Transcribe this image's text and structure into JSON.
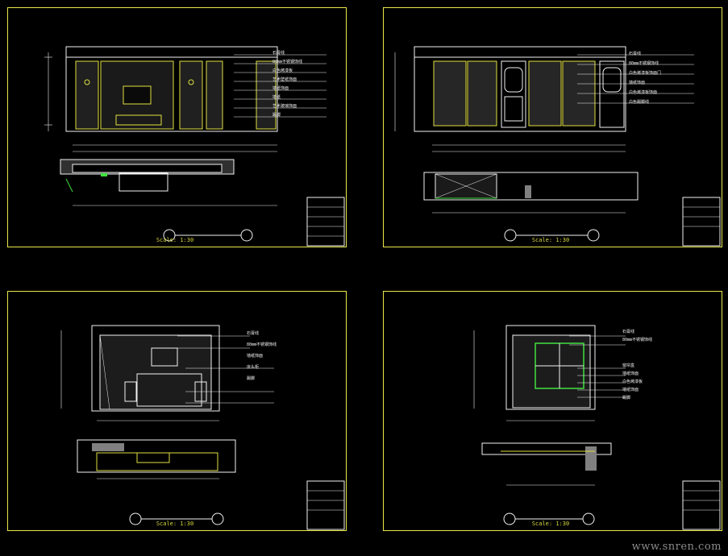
{
  "colors": {
    "background": "#000000",
    "frame": "#e8e84a",
    "line": "#f2f2f2",
    "accent_yellow": "#e0e040",
    "accent_green": "#40e040",
    "hatch": "#808080"
  },
  "sheets": [
    {
      "id": "top-left",
      "scale": "Scale: 1:30",
      "labels": [
        "石膏线",
        "80mm不锈钢饰线",
        "白色烤漆板",
        "艺术壁纸饰面",
        "墙纸饰面",
        "墙纸",
        "艺术玻璃饰面",
        "踢脚"
      ]
    },
    {
      "id": "top-right",
      "scale": "Scale: 1:30",
      "labels": [
        "石膏线",
        "80mm不锈钢饰线",
        "白色烤漆板饰面门",
        "墙纸饰面",
        "白色烤漆板饰面",
        "白色踢脚线"
      ]
    },
    {
      "id": "bottom-left",
      "scale": "Scale: 1:30",
      "labels": [
        "石膏线",
        "80mm不锈钢饰线",
        "墙纸饰面",
        "床头柜",
        "踢脚"
      ]
    },
    {
      "id": "bottom-right",
      "scale": "Scale: 1:30",
      "labels": [
        "石膏线",
        "80mm不锈钢饰线",
        "窗帘盒",
        "墙纸饰面",
        "白色烤漆板",
        "墙纸饰面",
        "踢脚"
      ]
    }
  ],
  "watermark": "www.snren.com"
}
